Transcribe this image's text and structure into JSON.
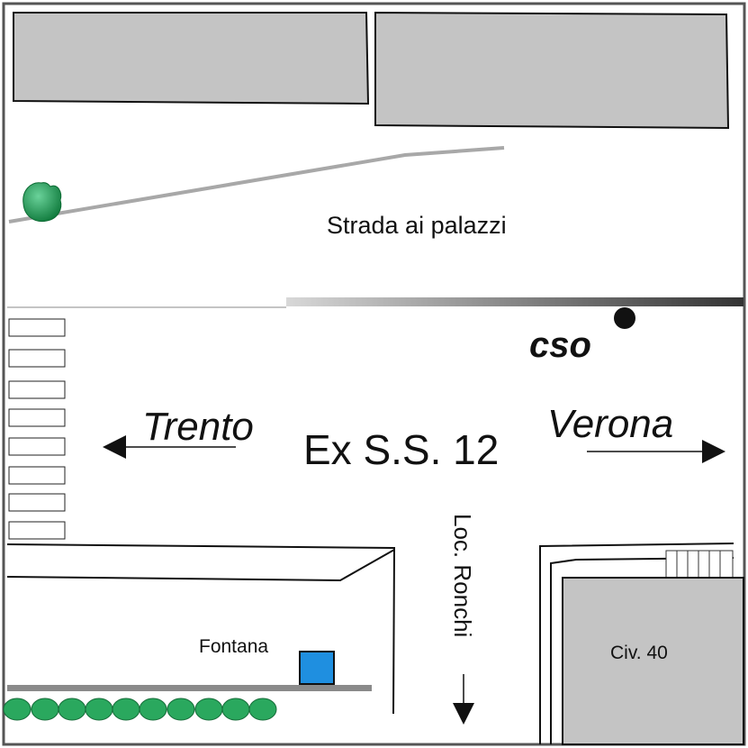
{
  "map": {
    "street_north": "Strada ai palazzi",
    "main_road": "Ex S.S. 12",
    "direction_west": "Trento",
    "direction_east": "Verona",
    "side_road": "Loc. Ronchi",
    "station_label": "cso",
    "fountain_label": "Fontana",
    "building_label": "Civ. 40"
  },
  "colors": {
    "building_fill": "#c4c4c4",
    "outline": "#333333",
    "tree": "#1f9a50",
    "fountain": "#1f8fe0",
    "hedge": "#2aa85e",
    "curb": "#8a8a8a"
  },
  "icons": {
    "tree": "tree-icon",
    "station": "station-dot-icon",
    "fountain": "fountain-icon",
    "hedge": "hedge-icon"
  }
}
